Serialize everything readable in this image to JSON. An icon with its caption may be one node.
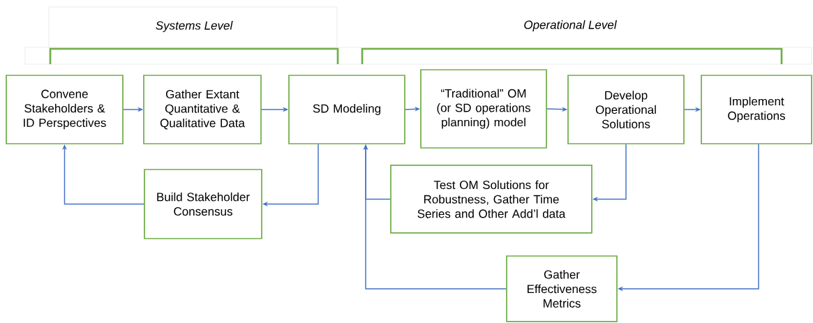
{
  "diagram": {
    "nodes": [
      {
        "text": [
          "Convene Stakeholders & ID Perspectives"
        ]
      },
      {
        "text": [
          "Gather Extant Quantitative & Qualitative Data"
        ]
      },
      {
        "text": [
          "SD Modeling"
        ]
      },
      {
        "text": [
          "“Traditional” OM (or SD operations planning) model"
        ]
      },
      {
        "text": [
          "Develop Operational Solutions"
        ]
      },
      {
        "text": [
          "Implement Operations"
        ]
      },
      {
        "text": [
          "Build Stakeholder Consensus"
        ]
      },
      {
        "text": [
          "Test OM Solutions for Robustness, Gather Time Series and Other Add’l data"
        ]
      },
      {
        "text": [
          "Gather Effectiveness Metrics"
        ]
      }
    ],
    "edges": [
      {
        "from": 0,
        "to": 1,
        "arrow": "to"
      },
      {
        "from": 1,
        "to": 2,
        "arrow": "to"
      },
      {
        "from": 2,
        "to": 3,
        "arrow": "to"
      },
      {
        "from": 3,
        "to": 4,
        "arrow": "to"
      },
      {
        "from": 4,
        "to": 5,
        "arrow": "to"
      },
      {
        "from": 2,
        "to": 6,
        "arrow": "to"
      },
      {
        "from": 6,
        "to": 0,
        "arrow": "to"
      },
      {
        "from": 4,
        "to": 7,
        "arrow": "to"
      },
      {
        "from": 7,
        "to": 2,
        "arrow": "to"
      },
      {
        "from": 5,
        "to": 8,
        "arrow": "to"
      },
      {
        "from": 8,
        "to": 2,
        "arrow": "to"
      }
    ],
    "labels": [
      "Systems Level",
      "Operational Level"
    ]
  }
}
